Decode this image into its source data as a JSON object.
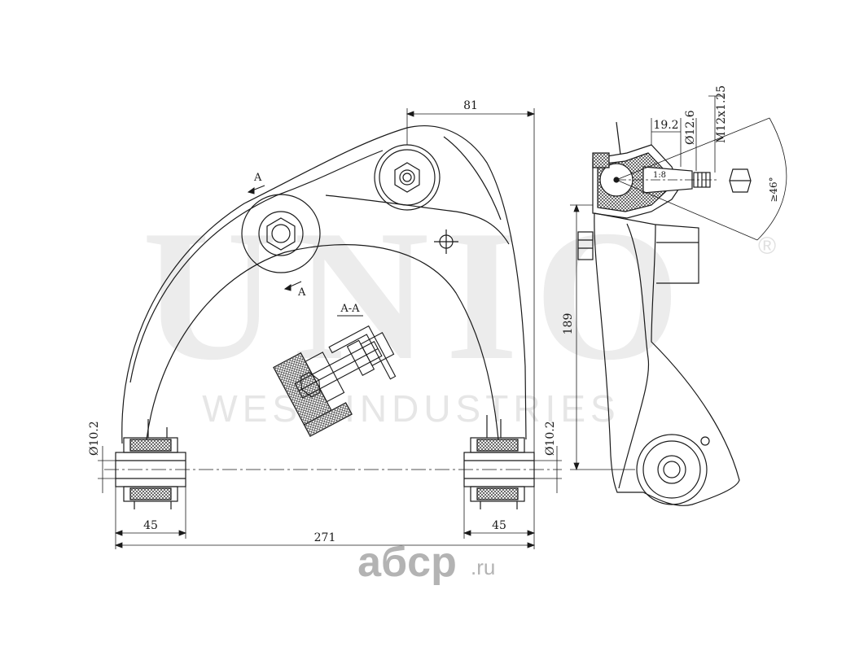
{
  "watermark": {
    "brand": "UNIO",
    "subtitle": "WEST INDUSTRIES",
    "registered_mark": "®",
    "color": "#e8e8e8"
  },
  "drawing": {
    "line_color": "#1a1a1a",
    "dimensions": {
      "top_width": "81",
      "ball_offset": "19.2",
      "stud_diameter": "Ø12.6",
      "thread": "M12x1.25",
      "taper": "1:8",
      "angle": "≥46°",
      "height": "189",
      "bushing_left_bore": "Ø10.2",
      "bushing_right_bore": "Ø10.2",
      "bushing_left_width": "45",
      "bushing_right_width": "45",
      "overall_width": "271"
    },
    "section_markers": {
      "marker_upper": "A",
      "marker_lower": "A",
      "section_title": "A-A"
    }
  },
  "site_logo": {
    "text": "aбcp",
    "suffix": ".ru",
    "color": "#b5b5b5"
  }
}
